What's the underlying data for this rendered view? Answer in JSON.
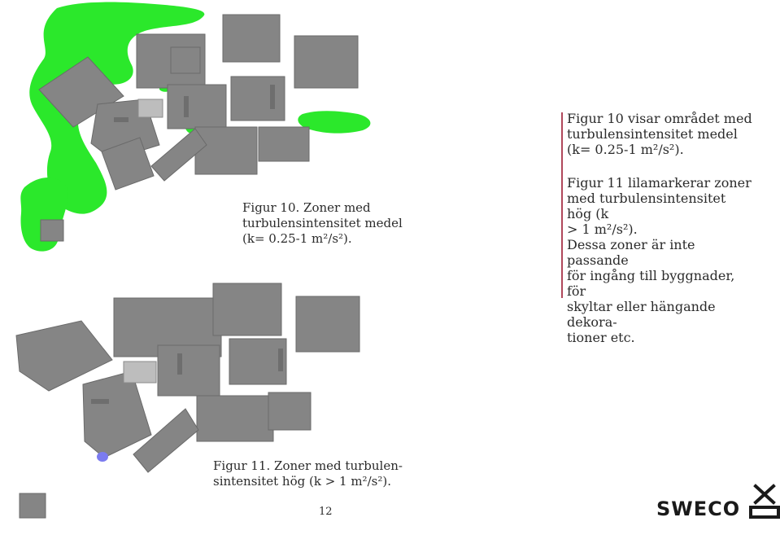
{
  "figure10": {
    "caption_lines": [
      "Figur 10. Zoner med",
      "turbulensintensitet medel",
      "(k= 0.25-1 m²/s²)."
    ]
  },
  "figure11": {
    "caption_lines": [
      "Figur 11. Zoner med turbulen-",
      "sintensitet hög (k > 1 m²/s²)."
    ]
  },
  "sidebar": {
    "paragraph1_lines": [
      "Figur 10 visar området med",
      "turbulensintensitet medel",
      "(k= 0.25-1 m²/s²)."
    ],
    "paragraph2_lines": [
      "Figur 11 lilamarkerar zoner",
      "med turbulensintensitet hög (k",
      "> 1 m²/s²).",
      "Dessa zoner är inte passande",
      "för ingång till byggnader, för",
      "skyltar eller hängande dekora-",
      "tioner etc."
    ]
  },
  "page_number": "12",
  "logo": {
    "text": "SWECO"
  },
  "colors": {
    "building": "#858585",
    "building_dark": "#6e6e6e",
    "building_light": "#bdbdbd",
    "turbulence_medium": "#2be82b",
    "turbulence_high": "#7b7bef",
    "accent_rule": "#b0485b",
    "logo": "#1a1a1a"
  }
}
